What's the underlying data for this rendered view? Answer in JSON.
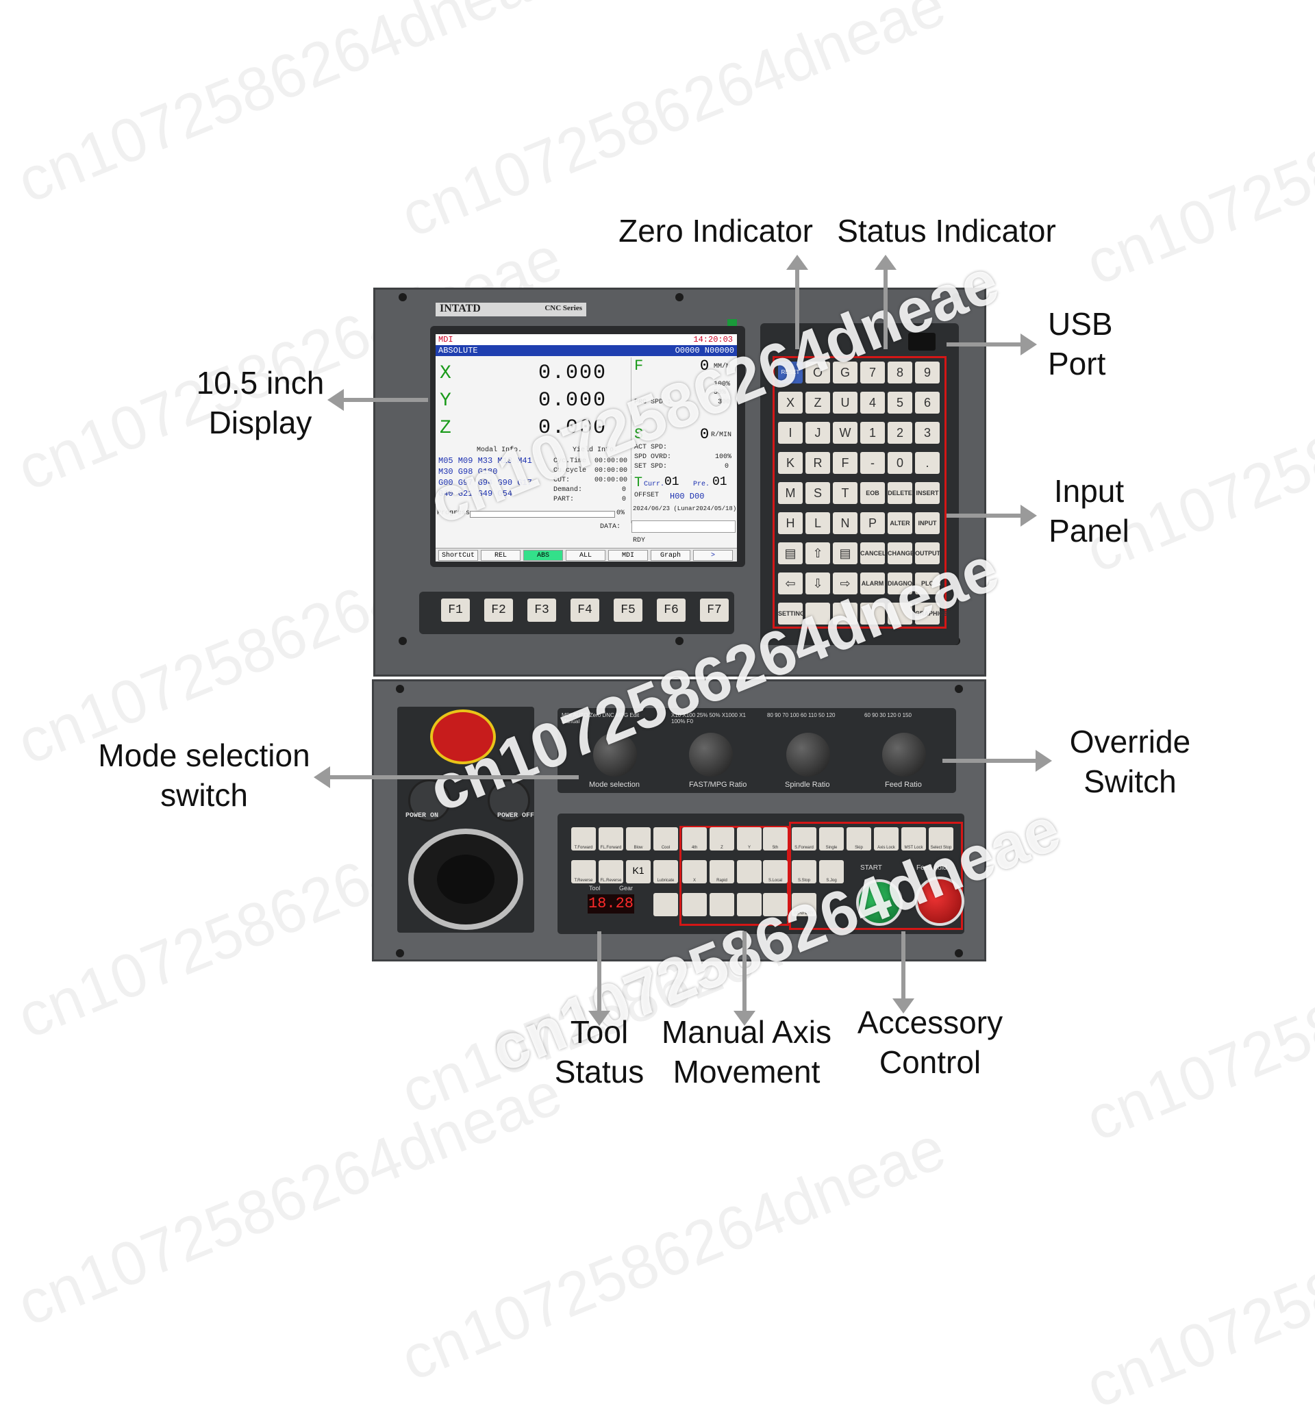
{
  "callouts": {
    "zero_indicator": "Zero Indicator",
    "status_indicator": "Status Indicator",
    "usb_port_line1": "USB",
    "usb_port_line2": "Port",
    "display_line1": "10.5 inch",
    "display_line2": "Display",
    "input_panel_line1": "Input",
    "input_panel_line2": "Panel",
    "mode_selection_line1": "Mode selection",
    "mode_selection_line2": "switch",
    "override_line1": "Override",
    "override_line2": "Switch",
    "tool_status_line1": "Tool",
    "tool_status_line2": "Status",
    "manual_axis_line1": "Manual Axis",
    "manual_axis_line2": "Movement",
    "accessory_line1": "Accessory",
    "accessory_line2": "Control"
  },
  "watermark": "cn1072586264dneae",
  "device": {
    "brand": "INTATD",
    "series": "CNC Series",
    "screen": {
      "mode": "MDI",
      "time": "14:20:03",
      "coord_mode": "ABSOLUTE",
      "program": "O0000  N00000",
      "axes": [
        {
          "label": "X",
          "value": "0.000"
        },
        {
          "label": "Y",
          "value": "0.000"
        },
        {
          "label": "Z",
          "value": "0.000"
        }
      ],
      "feed_label": "F",
      "feed_value": "0",
      "feed_unit": "MM/M",
      "spindle_label": "S",
      "spindle_value": "0",
      "spindle_unit": "R/MIN",
      "prg_spd": "PRG SPD :",
      "prg_spd_val": "300",
      "act_spd": "ACT SPD:",
      "spd_ovrd": "SPD OVRD:",
      "spd_ovrd_val": "100%",
      "set_spd": "SET SPD:",
      "set_spd_val": "0",
      "rapid_pct": "100%",
      "feed_pct": "50%",
      "tool_label": "T",
      "tool_curr_label": "Curr.",
      "tool_curr": "01",
      "tool_pre_label": "Pre.",
      "tool_pre": "01",
      "offset_label": "OFFSET",
      "offset_val": "H00  D00",
      "date": "2024/06/23 (Lunar2024/05/18)",
      "modal_title": "Modal  Info.",
      "modal_rows": [
        "M05  M09  M33  M13  M41",
        "M30  G98  G180",
        "G00  G97  G94  G90  G17",
        "G40  G21  G49  G54"
      ],
      "yield_title": "Yield  Info.",
      "yield_rows": [
        {
          "k": "Cyc.Time",
          "v": "00:00:00"
        },
        {
          "k": "Cu.cycle",
          "v": "00:00:00"
        },
        {
          "k": "CUT:",
          "v": "00:00:00"
        },
        {
          "k": "Demand:",
          "v": "0"
        },
        {
          "k": "PART:",
          "v": "0"
        }
      ],
      "progress_label": "Progress",
      "progress_pct": "0%",
      "progress_value": 0,
      "data_label": "DATA:",
      "rdy": "RDY",
      "softkeys": [
        "ShortCut",
        "REL",
        "ABS",
        "ALL",
        "MDI",
        "Graph",
        ">"
      ]
    },
    "fkeys": [
      "F1",
      "F2",
      "F3",
      "F4",
      "F5",
      "F6",
      "F7"
    ],
    "keyboard": [
      [
        "RESET",
        "O",
        "G",
        "7",
        "8",
        "9"
      ],
      [
        "X",
        "Z",
        "U",
        "4",
        "5",
        "6"
      ],
      [
        "I",
        "J",
        "W",
        "1",
        "2",
        "3"
      ],
      [
        "K",
        "R",
        "F",
        "-",
        "0",
        "."
      ],
      [
        "M",
        "S",
        "T",
        "EOB",
        "DELETE",
        "INSERT"
      ],
      [
        "H",
        "L",
        "N",
        "P",
        "ALTER",
        "INPUT"
      ],
      [
        "▤",
        "⇧",
        "▤",
        "CANCEL",
        "CHANGE",
        "OUTPUT"
      ],
      [
        "⇦",
        "⇩",
        "⇨",
        "ALARM",
        "DIAGNOSIS",
        "PLC"
      ],
      [
        "SETTING",
        "",
        "",
        "",
        "",
        "GRAPHICS"
      ]
    ],
    "power_on": "POWER ON",
    "power_off": "POWER OFF",
    "knobs": [
      {
        "label": "Mode selection",
        "marks": "MDI  AUTO  Zero  DNC  MPG  Edit  Manual"
      },
      {
        "label": "FAST/MPG Ratio",
        "marks": "X10  X100  25%  50%  X1000  X1  100%  F0"
      },
      {
        "label": "Spindle Ratio",
        "marks": "80  90  70  100  60  110  50  120"
      },
      {
        "label": "Feed Ratio",
        "marks": "60  90  30  120  0  150"
      }
    ],
    "control_keys_row1": [
      "T.Forward",
      "FL.Forward",
      "Blow",
      "Cool",
      "4th",
      "Z",
      "Y",
      "5th",
      "S.Forward",
      "Single",
      "Skip",
      "Axis Lock",
      "MST Lock",
      "Select Stop"
    ],
    "control_keys_row2": [
      "T.Reverse",
      "FL.Reverse",
      "K1",
      "Lubricate",
      "X",
      "Rapid",
      "",
      "S.Local",
      "S.Stop",
      "S.Jog"
    ],
    "control_keys_row3": [
      "",
      "",
      "",
      "",
      "",
      "",
      "",
      "",
      "",
      "MPG DRY"
    ],
    "tool_label": "Tool",
    "gear_label": "Gear",
    "tool_display": "18.28",
    "start_label": "START",
    "feed_hold_label": "Feed hold"
  },
  "colors": {
    "panel": "#5b5d60",
    "highlight": "#d41616",
    "arrow": "#9a9a9a",
    "screen_bar": "#1f3fb0"
  }
}
